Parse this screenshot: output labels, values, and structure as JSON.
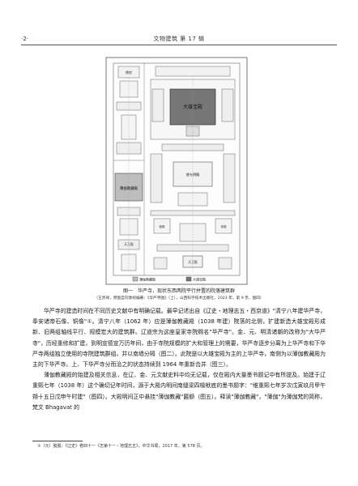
{
  "header": {
    "page_number": "·2·",
    "journal": "文物建筑  第 17 辑"
  },
  "figure": {
    "labels": {
      "hall_left_top": "僧房",
      "hall_main": "大雄宝殿",
      "hall_library": "薄伽教藏殿",
      "hall_center": "普光明殿",
      "gate_left": "天王殿",
      "gate_right": "天王殿",
      "left_small": "鼓楼",
      "right_small": "钟楼"
    },
    "legend": [
      {
        "label": "薄伽教藏殿",
        "color": "#bdbdbd"
      },
      {
        "label": "大雄宝殿",
        "color": "#777777"
      }
    ]
  },
  "caption": {
    "line1": "图一　华严寺，现状东西两院平行并置的院落建筑群",
    "line2": "（王贵祥，原图自刘敦桢编著：《华严寺图》（上），山西科学技术出版社，2023 年，第 9 页，图四）"
  },
  "body": {
    "paragraphs": [
      "华严寺的建造时间在不同历史文献中有明确记载。最早记述出自《辽史・地理志五・西京道》\"清宁八年建华严寺，奉安诸帝石像、铜像\"①。清宁八年（1062 年）应是薄伽教藏殿（1038 年建）院落的北侧，扩建新造大雄宝殿形成新、旧两组轴线平行、规模宏大的建筑群。辽道宗为这座皇家寺院赐名\"华严寺\"。金、元、明清诸朝的改称为\"大华严寺\"，历经重修和扩建，到明宣德宣万历年间，由于寺院规模的扩大和管理上的需要，华严寺逐步分离为上华严寺和下华严寺两组独立使用的寺院建筑群组，并以南墙分隔（图二）。此院是以大雄宝殿为主的上华严寺，南侧为以薄伽教藏殿为主的下华严寺。上、下华严寺分而治之的状态持续到 1964 年重新合并（图三）。",
      "薄伽教藏殿的始建及相关信息，在辽、金、元文献史料中均无记载，仅在殿内大量墨书题记中有所提及。始建于辽重熙七年（1038 年）这个确切记年时间，源于大殿内明间南缝梁四椽栿底的墨书题字：\"维重熙七年岁次戊寅玖月甲午朔十五日戊申午时建\"（图四）。大殿明间正中悬挂\"薄伽教藏\"匾额（图五）。释读\"薄伽教藏\"，\"薄伽\"为薄伽梵的简称，梵文 Bhagavat 的"
    ]
  },
  "footnote": "①〔元〕脱脱：《辽史》卷四十一《志第十一・地理志五》，中华书局，2017 年，第 578 页。"
}
